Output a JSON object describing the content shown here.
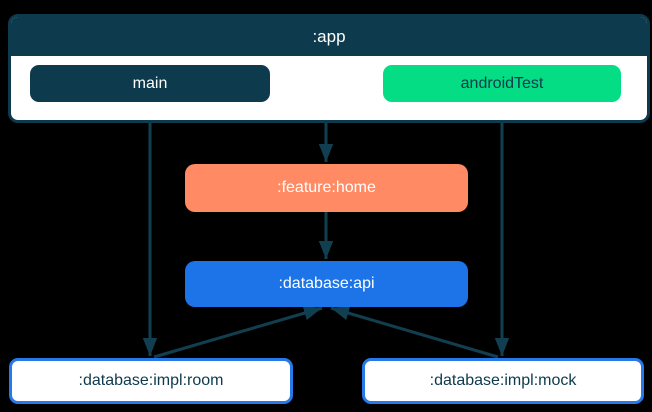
{
  "diagram": {
    "nodes": {
      "app": ":app",
      "main": "main",
      "androidTest": "androidTest",
      "featureHome": ":feature:home",
      "databaseApi": ":database:api",
      "databaseImplRoom": ":database:impl:room",
      "databaseImplMock": ":database:impl:mock"
    },
    "edges": [
      {
        "from": "main",
        "to": ":database:impl:room"
      },
      {
        "from": ":app",
        "to": ":feature:home"
      },
      {
        "from": "androidTest",
        "to": ":database:impl:mock"
      },
      {
        "from": ":feature:home",
        "to": ":database:api"
      },
      {
        "from": ":database:impl:room",
        "to": ":database:api"
      },
      {
        "from": ":database:impl:mock",
        "to": ":database:api"
      }
    ],
    "colors": {
      "background": "#000000",
      "navy": "#0D3A4C",
      "green": "#04DD84",
      "orange": "#FF8A63",
      "blue": "#1D74E9",
      "implBorder": "#2779EB",
      "line": "#123F50",
      "white": "#FFFFFF"
    }
  }
}
